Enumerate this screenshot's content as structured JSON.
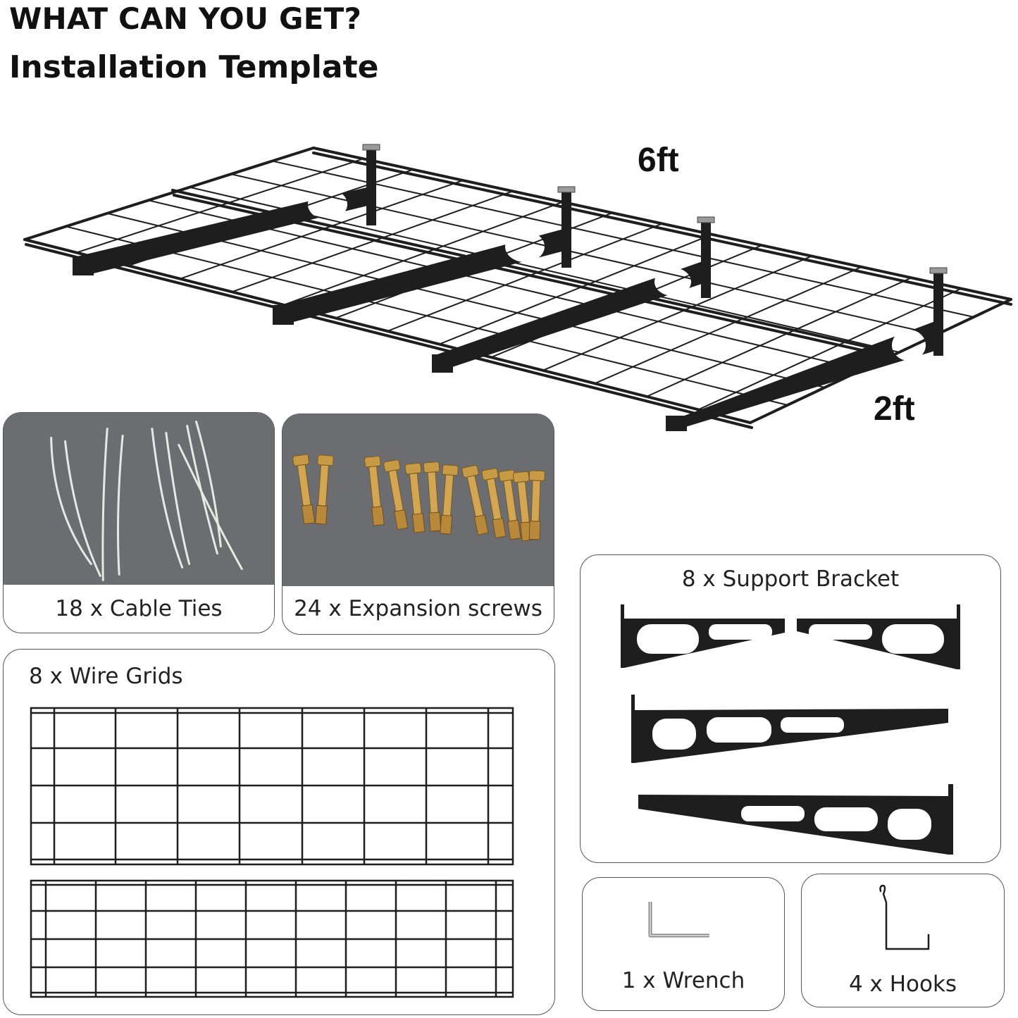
{
  "header": {
    "title": "WHAT CAN YOU GET?",
    "subtitle": "Installation Template"
  },
  "shelf": {
    "length_label": "6ft",
    "depth_label": "2ft"
  },
  "items": {
    "cable_ties": "18 x Cable Ties",
    "expansion_screws": "24 x Expansion screws",
    "wire_grids": "8 x Wire Grids",
    "support_bracket": "8 x Support Bracket",
    "wrench": "1 x Wrench",
    "hooks": "4 x Hooks"
  },
  "colors": {
    "metal": "#1e1e1e",
    "carpet": "#6e6f72",
    "brass": "#c79a45",
    "card_border": "#555555"
  },
  "icons": [
    "wire-shelf-illustration",
    "cable-ties-photo",
    "expansion-screws-photo",
    "wire-grid-icon",
    "support-bracket-icon",
    "wrench-icon",
    "hook-icon"
  ]
}
